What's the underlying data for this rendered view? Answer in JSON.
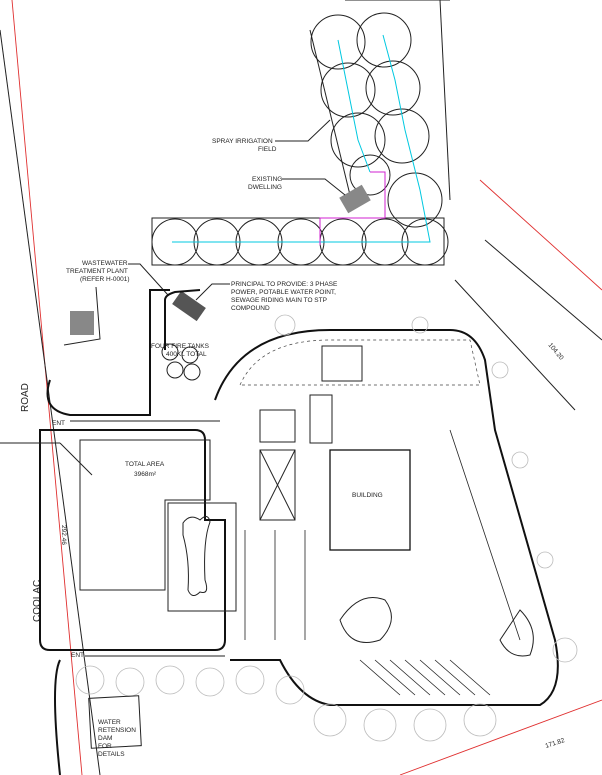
{
  "labels": {
    "spray_1": "SPRAY IRRIGATION",
    "spray_2": "FIELD",
    "dwelling_1": "EXISTING",
    "dwelling_2": "DWELLING",
    "wwtp_1": "WASTEWATER",
    "wwtp_2": "TREATMENT PLANT",
    "wwtp_3": "(REFER H-0001)",
    "principal_1": "PRINCIPAL TO PROVIDE: 3 PHASE",
    "principal_2": "POWER, POTABLE WATER POINT,",
    "principal_3": "SEWAGE RIDING MAIN TO STP",
    "principal_4": "COMPOUND",
    "fire_1": "FOUR FIRE TANKS",
    "fire_2": "400KL TOTAL",
    "area_1": "TOTAL AREA",
    "area_2": "3968m²",
    "building": "BUILDING",
    "road": "ROAD",
    "coolac": "COOLAC",
    "ent_top": "ENT",
    "ent_bottom": "ENT",
    "dam_1": "WATER",
    "dam_2": "RETENSION",
    "dam_3": "DAM",
    "dam_4": "FOR",
    "dam_5": "DETAILS"
  },
  "dimensions": {
    "west": "292.46",
    "northeast": "104.20",
    "south": "171.82"
  },
  "colors": {
    "boundary": "#e03030",
    "water": "#00c8e0",
    "sewer": "#d020d0"
  }
}
